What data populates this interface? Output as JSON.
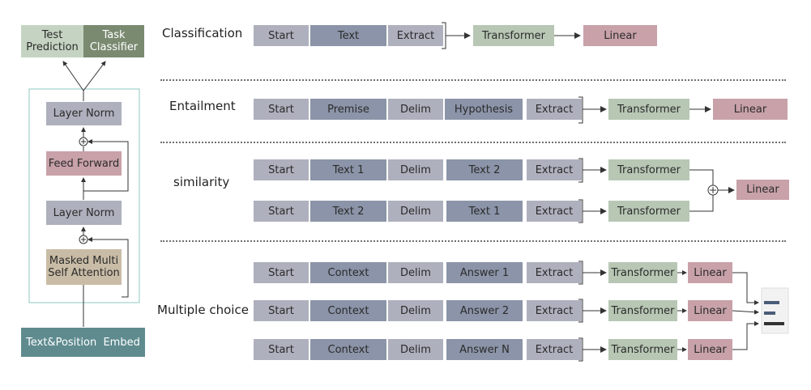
{
  "left": {
    "outputs": [
      "Test\nPrediction",
      "Task\nClassifier"
    ],
    "layer_norm_top": "Layer Norm",
    "feed_forward": "Feed Forward",
    "layer_norm_bottom": "Layer Norm",
    "attention": "Masked Multi\nSelf Attention",
    "embed": "Text&Position  Embed"
  },
  "tasks": {
    "classification": {
      "label": "Classification",
      "tokens": [
        "Start",
        "Text",
        "Extract"
      ],
      "transformer": "Transformer",
      "linear": "Linear"
    },
    "entailment": {
      "label": "Entailment",
      "tokens": [
        "Start",
        "Premise",
        "Delim",
        "Hypothesis",
        "Extract"
      ],
      "transformer": "Transformer",
      "linear": "Linear"
    },
    "similarity": {
      "label": "similarity",
      "rows": [
        {
          "tokens": [
            "Start",
            "Text 1",
            "Delim",
            "Text 2",
            "Extract"
          ],
          "transformer": "Transformer"
        },
        {
          "tokens": [
            "Start",
            "Text 2",
            "Delim",
            "Text 1",
            "Extract"
          ],
          "transformer": "Transformer"
        }
      ],
      "linear": "Linear"
    },
    "multiple_choice": {
      "label": "Multiple choice",
      "rows": [
        {
          "tokens": [
            "Start",
            "Context",
            "Delim",
            "Answer 1",
            "Extract"
          ],
          "transformer": "Transformer",
          "linear": "Linear"
        },
        {
          "tokens": [
            "Start",
            "Context",
            "Delim",
            "Answer 2",
            "Extract"
          ],
          "transformer": "Transformer",
          "linear": "Linear"
        },
        {
          "tokens": [
            "Start",
            "Context",
            "Delim",
            "Answer N",
            "Extract"
          ],
          "transformer": "Transformer",
          "linear": "Linear"
        }
      ]
    }
  }
}
